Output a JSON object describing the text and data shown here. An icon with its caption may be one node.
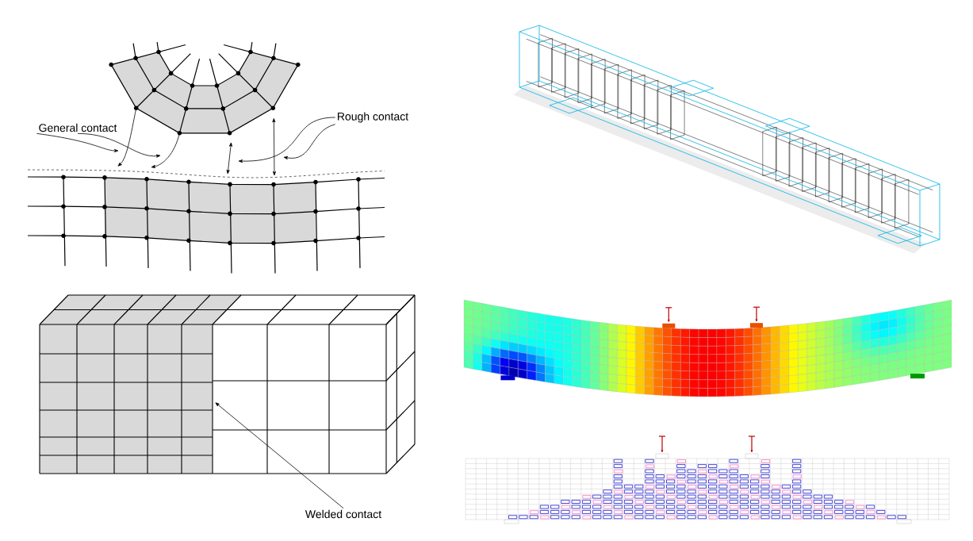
{
  "diagram": {
    "nodes": [
      {
        "text": [],
        "shape": "picture"
      },
      {
        "text": [
          "General contact"
        ]
      },
      {
        "text": [
          "Rough contact"
        ]
      },
      {
        "text": [],
        "shape": "picture"
      },
      {
        "text": [
          "Welded contact"
        ]
      }
    ],
    "edges": [
      {
        "from": 0,
        "to": 3,
        "arrow": "to"
      },
      {
        "from": 0,
        "to": 3,
        "arrow": "to"
      },
      {
        "from": 0,
        "to": 3,
        "arrow": "both"
      },
      {
        "from": 0,
        "to": 3,
        "arrow": "both"
      },
      {
        "from": 1,
        "to": null,
        "arrow": "to"
      },
      {
        "from": 1,
        "to": null,
        "arrow": "to"
      },
      {
        "from": 2,
        "to": null,
        "arrow": "to"
      },
      {
        "from": 2,
        "to": null,
        "arrow": "to"
      },
      {
        "from": 4,
        "to": null,
        "arrow": "to"
      }
    ]
  }
}
